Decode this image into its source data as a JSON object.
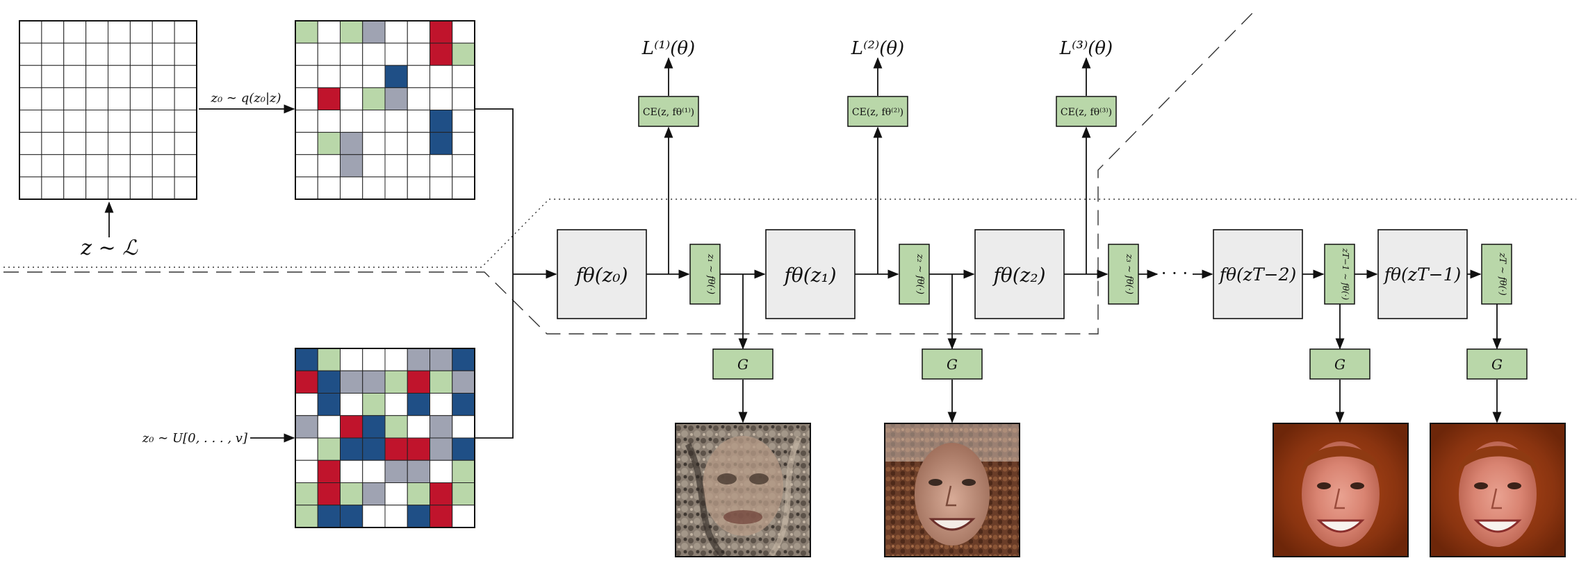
{
  "labels": {
    "z_prior": "z ∼ ℒ",
    "sample_posterior": "z₀ ∼ q(z₀|z)",
    "sample_uniform": "z₀ ∼ U[0, . . . , v]",
    "ellipsis": "· · ·"
  },
  "f_blocks": [
    {
      "text": "fθ(z₀)"
    },
    {
      "text": "fθ(z₁)"
    },
    {
      "text": "fθ(z₂)"
    },
    {
      "text": "fθ(zT−2)"
    },
    {
      "text": "fθ(zT−1)"
    }
  ],
  "samplers": [
    "z₁ ∼ fθ(·)",
    "z₂ ∼ fθ(·)",
    "z₃ ∼ fθ(·)",
    "zT−1 ∼ fθ(·)",
    "zT ∼ fθ(·)"
  ],
  "ce_blocks": [
    "CE(z, fθ⁽¹⁾)",
    "CE(z, fθ⁽²⁾)",
    "CE(z, fθ⁽³⁾)"
  ],
  "losses": [
    "L⁽¹⁾(θ)",
    "L⁽²⁾(θ)",
    "L⁽³⁾(θ)"
  ],
  "g_label": "G",
  "colors": {
    "green": "#b9d7a9",
    "red": "#c0142c",
    "blue": "#1f4f86",
    "gray": "#9fa3b2",
    "fbox": "#ececec",
    "stroke": "#111111"
  },
  "grids": {
    "empty": [
      "........",
      "........",
      "........",
      "........",
      "........",
      "........",
      "........",
      "........"
    ],
    "posterior": [
      "G.GS..R.",
      "......RG",
      "....B...",
      ".R.GS...",
      "......B.",
      ".GS...B.",
      "..S.....",
      "........"
    ],
    "uniform": [
      "BG...SSB",
      "RBSSGRGS",
      ".B.G.B.B",
      "S.RBG.S.",
      ".GBBRRSB",
      ".R..SS.G",
      "GRGS.GRG",
      "GBB..BR."
    ]
  },
  "faces": [
    "noisy",
    "mid",
    "clean",
    "clean"
  ]
}
